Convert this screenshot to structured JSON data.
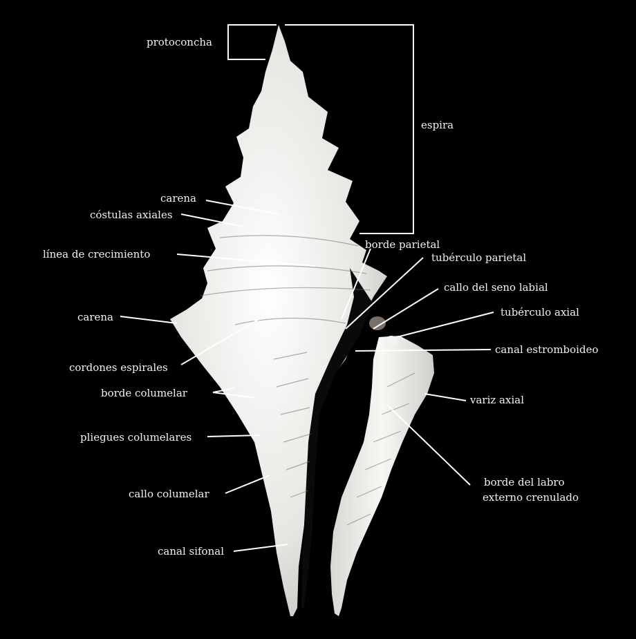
{
  "labels": {
    "protoconcha": "protoconcha",
    "espira": "espira",
    "carena_top": "carena",
    "costulas_axiales": "cóstulas axiales",
    "linea_crecimiento": "línea de crecimiento",
    "carena_side": "carena",
    "cordones_espirales": "cordones espirales",
    "borde_columelar": "borde columelar",
    "pliegues_columelares": "pliegues columelares",
    "callo_columelar": "callo columelar",
    "canal_sifonal": "canal sifonal",
    "borde_parietal": "borde parietal",
    "tuberculo_parietal": "tubérculo parietal",
    "callo_seno_labial": "callo del seno labial",
    "tuberculo_axial": "tubérculo axial",
    "canal_estromboideo": "canal estromboideo",
    "variz_axial": "variz axial",
    "borde_labro_line1": "borde del labro",
    "borde_labro_line2": "externo crenulado"
  },
  "colors": {
    "background": "#000000",
    "label_text": "#f2f2f2",
    "leader_lines": "#ffffff",
    "shell": "#eeeeea"
  }
}
